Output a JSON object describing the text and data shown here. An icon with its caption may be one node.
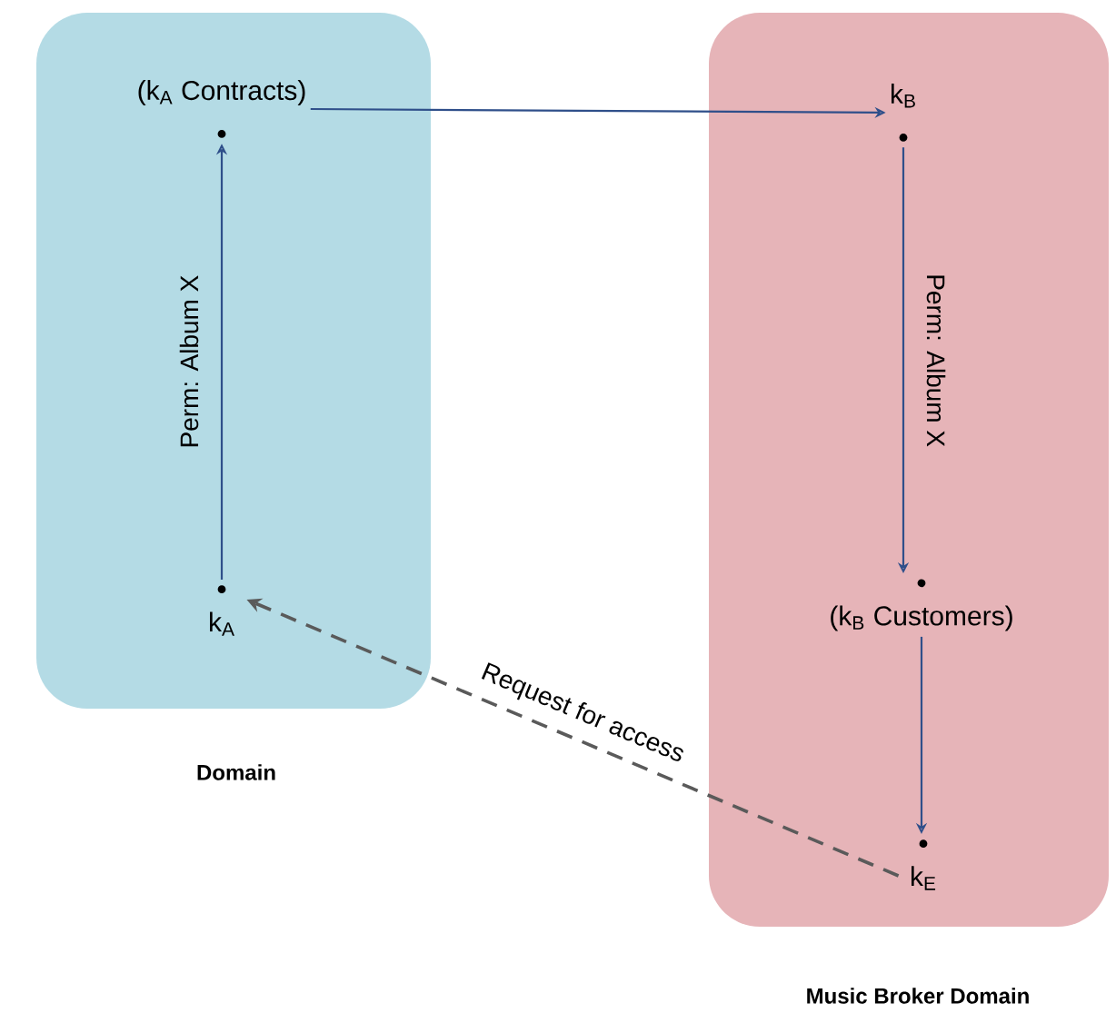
{
  "diagram": {
    "nodes": [
      {
        "text": [
          "Domain"
        ]
      },
      {
        "text": [
          "Music Broker Domain"
        ]
      },
      {
        "text": [
          "(k$_{A}$ Contracts)"
        ],
        "in": 0
      },
      {
        "text": [
          "k$_{A}$"
        ],
        "in": 0
      },
      {
        "text": [
          "k$_{B}$"
        ],
        "in": 1
      },
      {
        "text": [
          "(k$_{B}$ Customers)"
        ],
        "in": 1
      },
      {
        "text": [
          "k$_{E}$"
        ],
        "in": 1
      }
    ],
    "edges": [
      {
        "from": 2,
        "to": 4,
        "arrow": "to"
      },
      {
        "from": 3,
        "to": 2,
        "arrow": "to",
        "label": "Perm: Album X"
      },
      {
        "from": 4,
        "to": 5,
        "arrow": "to",
        "label": "Perm: Album X"
      },
      {
        "from": 5,
        "to": 6,
        "arrow": "to"
      },
      {
        "from": 6,
        "to": 3,
        "arrow": "to",
        "label": "Request for access",
        "style": "dashed",
        "color": "#5a5a5a"
      }
    ]
  }
}
